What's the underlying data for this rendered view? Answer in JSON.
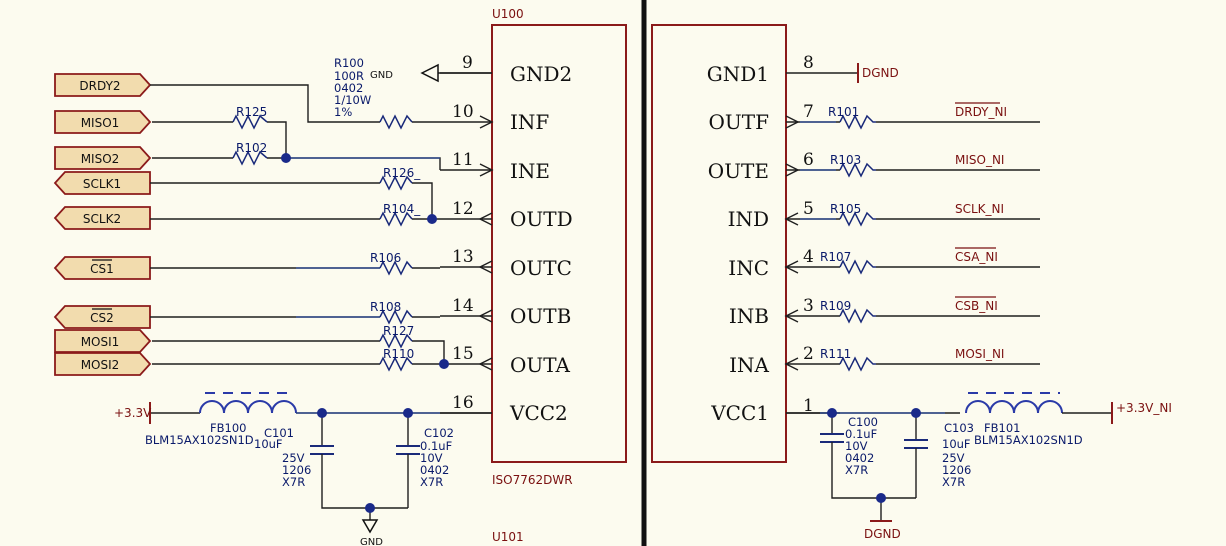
{
  "chip": {
    "designator_top": "U100",
    "designator_bottom": "U101",
    "part": "ISO7762DWR",
    "left_pins": [
      {
        "num": "9",
        "name": "GND2"
      },
      {
        "num": "10",
        "name": "INF"
      },
      {
        "num": "11",
        "name": "INE"
      },
      {
        "num": "12",
        "name": "OUTD"
      },
      {
        "num": "13",
        "name": "OUTC"
      },
      {
        "num": "14",
        "name": "OUTB"
      },
      {
        "num": "15",
        "name": "OUTA"
      },
      {
        "num": "16",
        "name": "VCC2"
      }
    ],
    "right_pins": [
      {
        "num": "8",
        "name": "GND1"
      },
      {
        "num": "7",
        "name": "OUTF"
      },
      {
        "num": "6",
        "name": "OUTE"
      },
      {
        "num": "5",
        "name": "IND"
      },
      {
        "num": "4",
        "name": "INC"
      },
      {
        "num": "3",
        "name": "INB"
      },
      {
        "num": "2",
        "name": "INA"
      },
      {
        "num": "1",
        "name": "VCC1"
      }
    ]
  },
  "left_ports": [
    "DRDY2",
    "MISO1",
    "MISO2",
    "SCLK1",
    "SCLK2",
    "CS1",
    "CS2",
    "MOSI1",
    "MOSI2"
  ],
  "left_resistors": {
    "r100": {
      "des": "R100",
      "value": "100R",
      "package": "0402",
      "power": "1/10W",
      "tolerance": "1%"
    },
    "r125": "R125",
    "r102": "R102",
    "r126": "R126_",
    "r104": "R104_",
    "r106": "R106",
    "r108": "R108",
    "r127": "R127",
    "r110": "R110"
  },
  "right_resistors": [
    "R101",
    "R103",
    "R105",
    "R107",
    "R109",
    "R111"
  ],
  "right_nets": [
    "DRDY_NI",
    "MISO_NI",
    "SCLK_NI",
    "CSA_NI",
    "CSB_NI",
    "MOSI_NI"
  ],
  "gnd_labels": {
    "gnd_top": "GND",
    "gnd_bottom": "GND",
    "dgnd_top": "DGND",
    "dgnd_bottom": "DGND"
  },
  "power": {
    "left": "+3.3V",
    "right": "+3.3V_NI"
  },
  "ferrites": {
    "left": {
      "des": "FB100",
      "part": "BLM15AX102SN1D"
    },
    "right": {
      "des": "FB101",
      "part": "BLM15AX102SN1D"
    }
  },
  "capacitors": {
    "c101": {
      "des": "C101",
      "value": "10uF",
      "voltage": "25V",
      "package": "1206",
      "dielectric": "X7R"
    },
    "c102": {
      "des": "C102",
      "value": "0.1uF",
      "voltage": "10V",
      "package": "0402",
      "dielectric": "X7R"
    },
    "c100": {
      "des": "C100",
      "value": "0.1uF",
      "voltage": "10V",
      "package": "0402",
      "dielectric": "X7R"
    },
    "c103": {
      "des": "C103",
      "value": "10uF",
      "voltage": "25V",
      "package": "1206",
      "dielectric": "X7R"
    }
  }
}
